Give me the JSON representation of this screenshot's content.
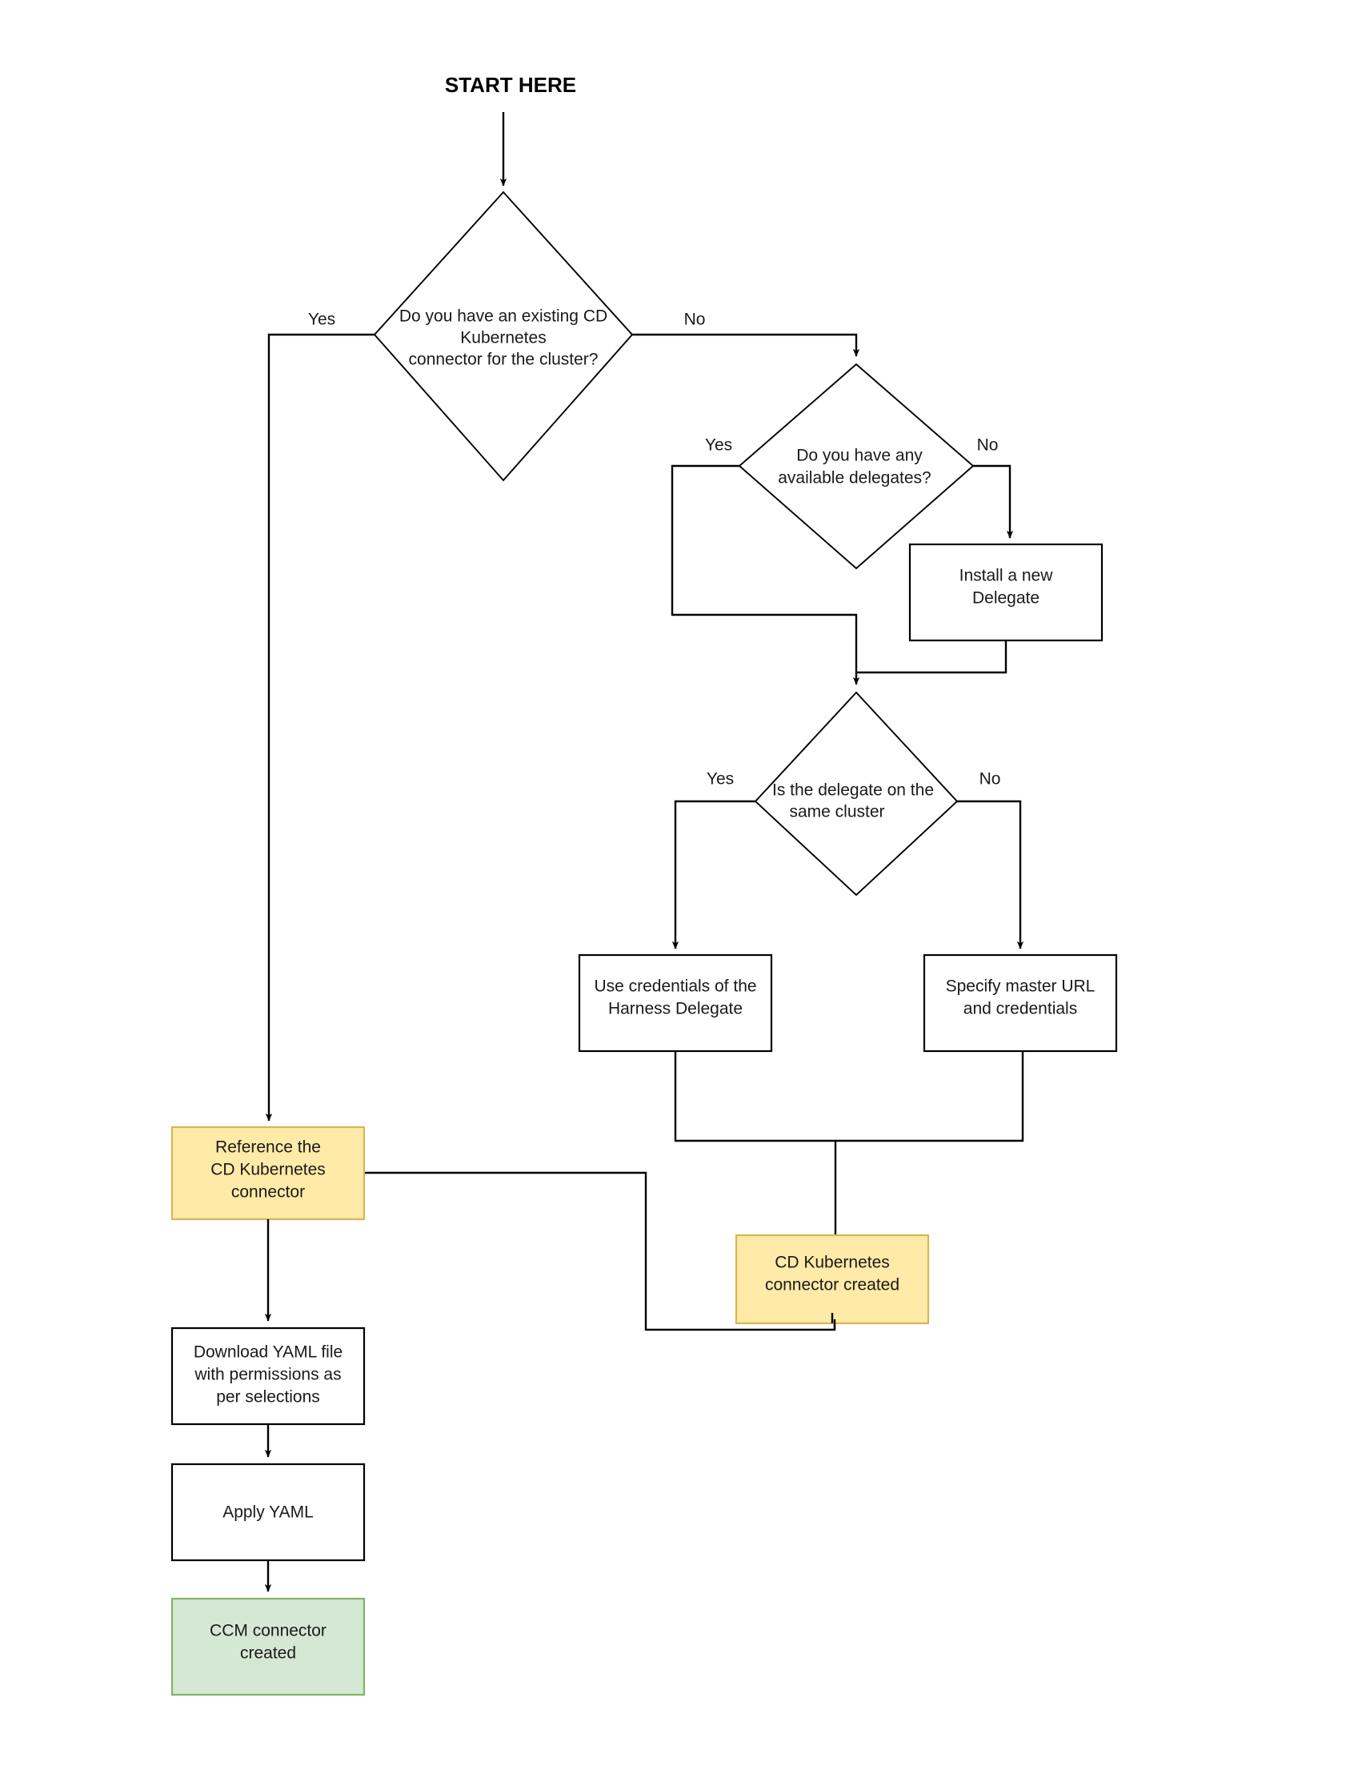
{
  "diagram": {
    "title_banner": "START HERE",
    "type": "flowchart",
    "background": "#ffffff",
    "colors": {
      "process_fill": "#ffffff",
      "process_stroke": "#000000",
      "orange_fill": "#ffeaa7",
      "orange_stroke": "#d6b656",
      "green_fill": "#d5e8d4",
      "green_stroke": "#82b366",
      "edge_stroke": "#000000",
      "text": "#1a1a1a"
    },
    "nodes": [
      {
        "id": "d1",
        "kind": "decision",
        "lines": [
          "Do you have an existing CD",
          "Kubernetes",
          "connector for the cluster?"
        ]
      },
      {
        "id": "d2",
        "kind": "decision",
        "lines": [
          "Do you have any",
          "available delegates?"
        ]
      },
      {
        "id": "p-install",
        "kind": "process",
        "lines": [
          "Install a new",
          "Delegate"
        ]
      },
      {
        "id": "d3",
        "kind": "decision",
        "lines": [
          "Is the delegate on the",
          "same cluster"
        ]
      },
      {
        "id": "p-use-creds",
        "kind": "process",
        "lines": [
          "Use credentials of the",
          "Harness Delegate"
        ]
      },
      {
        "id": "p-master-url",
        "kind": "process",
        "lines": [
          "Specify master URL",
          "and credentials"
        ]
      },
      {
        "id": "p-reference",
        "kind": "orange",
        "lines": [
          "Reference the",
          "CD Kubernetes",
          "connector"
        ]
      },
      {
        "id": "p-cd-created",
        "kind": "orange",
        "lines": [
          "CD Kubernetes",
          "connector created"
        ]
      },
      {
        "id": "p-download",
        "kind": "process",
        "lines": [
          "Download YAML file",
          "with permissions as",
          "per selections"
        ]
      },
      {
        "id": "p-apply",
        "kind": "process",
        "lines": [
          "Apply YAML"
        ]
      },
      {
        "id": "p-ccm-created",
        "kind": "green",
        "lines": [
          "CCM connector",
          "created"
        ]
      }
    ],
    "edge_labels": {
      "d1_yes": "Yes",
      "d1_no": "No",
      "d2_yes": "Yes",
      "d2_no": "No",
      "d3_yes": "Yes",
      "d3_no": "No"
    }
  }
}
